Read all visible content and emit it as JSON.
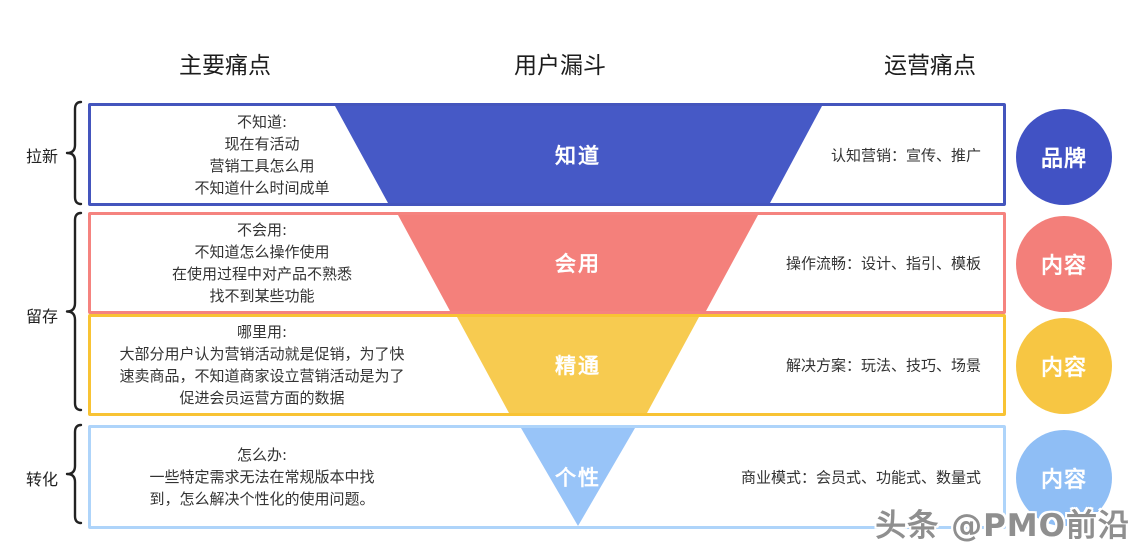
{
  "headers": {
    "main_pain": "主要痛点",
    "user_funnel": "用户漏斗",
    "ops_pain": "运营痛点"
  },
  "stage_groups": [
    {
      "label": "拉新"
    },
    {
      "label": "留存"
    },
    {
      "label": "转化"
    }
  ],
  "rows": [
    {
      "pain": "不知道:\n现在有活动\n营销工具怎么用\n不知道什么时间成单",
      "funnel_label": "知道",
      "ops": "认知营销：宣传、推广",
      "badge": "品牌",
      "colors": {
        "border": "#4455bd",
        "funnel": "#4659c6",
        "badge": "#4152c4"
      }
    },
    {
      "pain": "不会用:\n不知道怎么操作使用\n在使用过程中对产品不熟悉\n找不到某些功能",
      "funnel_label": "会用",
      "ops": "操作流畅：设计、指引、模板",
      "badge": "内容",
      "colors": {
        "border": "#f5837f",
        "funnel": "#f4807b",
        "badge": "#f37f7a"
      }
    },
    {
      "pain": "哪里用:\n大部分用户认为营销活动就是促销，为了快\n速卖商品，不知道商家设立营销活动是为了\n促进会员运营方面的数据",
      "funnel_label": "精通",
      "ops": "解决方案：玩法、技巧、场景",
      "badge": "内容",
      "colors": {
        "border": "#f8c334",
        "funnel": "#f7cb50",
        "badge": "#f7c643"
      }
    },
    {
      "pain": "怎么办:\n一些特定需求无法在常规版本中找\n到，怎么解决个性化的使用问题。",
      "funnel_label": "个性",
      "ops": "商业模式：会员式、功能式、数量式",
      "badge": "内容",
      "colors": {
        "border": "#aed4fa",
        "funnel": "#98c4f8",
        "badge": "#8fbef5"
      }
    }
  ],
  "watermark": "头条 @PMO前沿"
}
